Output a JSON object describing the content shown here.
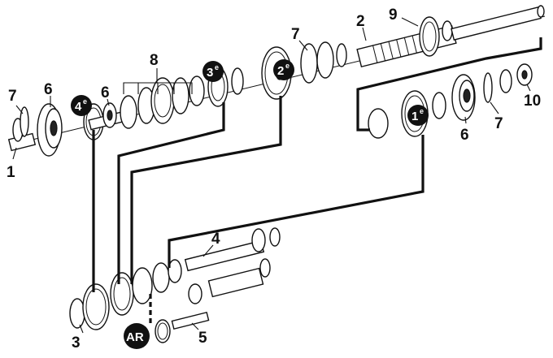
{
  "callouts": {
    "c1": "1",
    "c2": "2",
    "c3": "3",
    "c4": "4",
    "c5": "5",
    "c6a": "6",
    "c6b": "6",
    "c6c": "6",
    "c7a": "7",
    "c7b": "7",
    "c7c": "7",
    "c8": "8",
    "c9": "9",
    "c10": "10"
  },
  "badges": {
    "gear1": {
      "num": "1",
      "sup": "e"
    },
    "gear2": {
      "num": "2",
      "sup": "e"
    },
    "gear3": {
      "num": "3",
      "sup": "e"
    },
    "gear4": {
      "num": "4",
      "sup": "e"
    },
    "reverse": {
      "num": "AR",
      "sup": ""
    }
  }
}
